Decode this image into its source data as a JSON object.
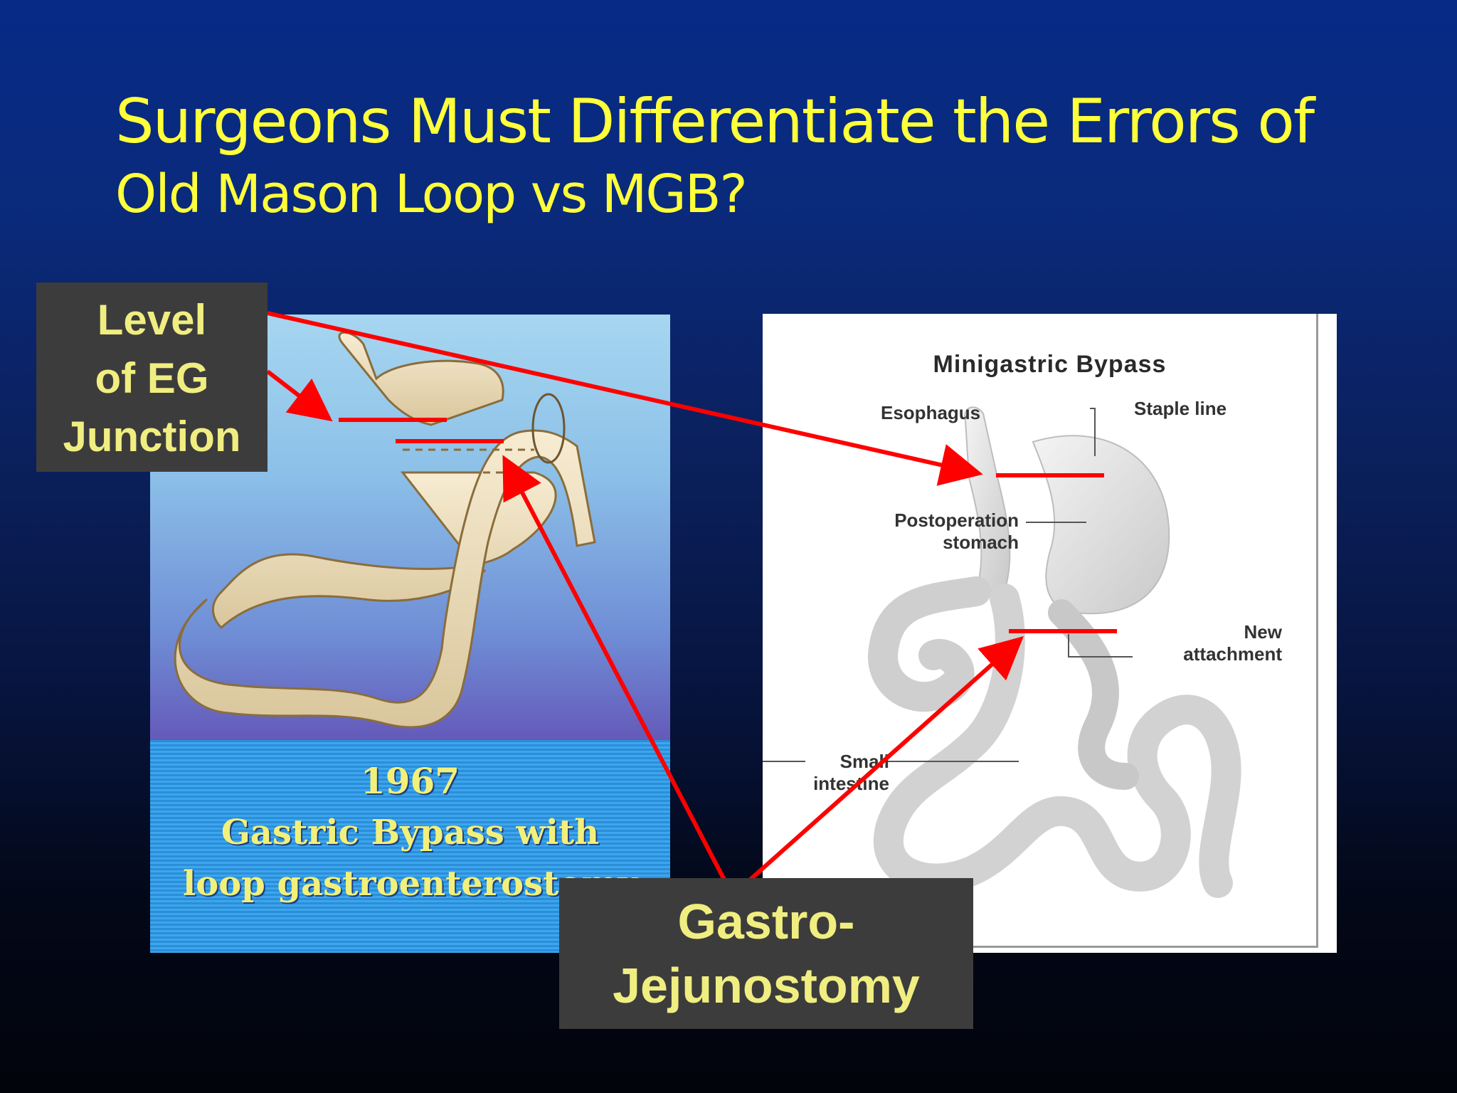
{
  "slide": {
    "title_line1": "Surgeons Must Differentiate the Errors of",
    "title_line2": "Old Mason Loop vs MGB?"
  },
  "left_image": {
    "caption_year": "1967",
    "caption_line1": "Gastric Bypass with",
    "caption_line2": "loop gastroenterostomy"
  },
  "right_image": {
    "title": "Minigastric Bypass",
    "labels": {
      "esophagus": "Esophagus",
      "staple_line": "Staple line",
      "postop_line1": "Postoperation",
      "postop_line2": "stomach",
      "new_line1": "New",
      "new_line2": "attachment",
      "small_line1": "Small",
      "small_line2": "intestine"
    }
  },
  "callouts": {
    "eg_line1": "Level",
    "eg_line2": "of EG",
    "eg_line3": "Junction",
    "gj_line1": "Gastro-",
    "gj_line2": "Jejunostomy"
  },
  "colors": {
    "title": "#ffff3a",
    "arrow": "#ff0000",
    "callout_bg": "#3d3c3c",
    "callout_text": "#f0ee80"
  }
}
